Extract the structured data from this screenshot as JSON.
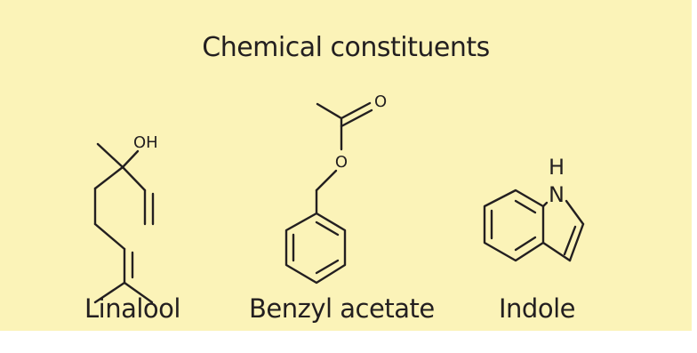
{
  "title": "Chemical constituents",
  "colors": {
    "background": "#fbf3b8",
    "ink": "#231f20"
  },
  "molecules": [
    {
      "name": "Linalool",
      "atom_labels": [
        "OH"
      ]
    },
    {
      "name": "Benzyl acetate",
      "atom_labels": [
        "O",
        "O"
      ]
    },
    {
      "name": "Indole",
      "atom_labels": [
        "H",
        "N"
      ]
    }
  ]
}
